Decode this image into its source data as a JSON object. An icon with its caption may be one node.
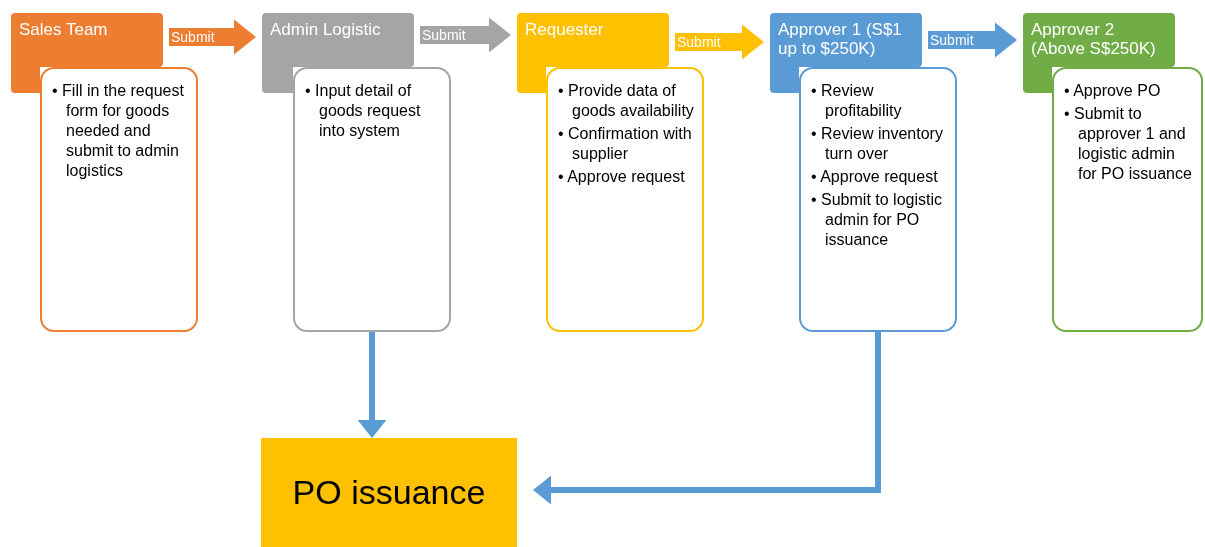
{
  "diagram": {
    "nodes": [
      {
        "text": [
          "Sales Team"
        ]
      },
      {
        "text": [
          "• Fill in the request form for goods needed and submit to admin logistics"
        ]
      },
      {
        "text": [
          "Admin Logistic"
        ]
      },
      {
        "text": [
          "• Input detail of goods request into system"
        ]
      },
      {
        "text": [
          "Requester"
        ]
      },
      {
        "text": [
          "• Provide data of goods availability",
          "• Confirmation with supplier",
          "• Approve request"
        ]
      },
      {
        "text": [
          "Approver 1 (S$1 up to $250K)"
        ]
      },
      {
        "text": [
          "• Review profitability",
          "• Review inventory turn over",
          "• Approve request",
          "• Submit to logistic admin for PO issuance"
        ]
      },
      {
        "text": [
          "Approver 2 (Above S$250K)"
        ]
      },
      {
        "text": [
          "• Approve PO",
          "• Submit to approver 1 and logistic admin for PO issuance"
        ]
      },
      {
        "text": [
          "PO issuance"
        ]
      }
    ],
    "edges": [
      {
        "from": 0,
        "to": 2,
        "arrow": "to",
        "label": "Submit",
        "color": "#ed7d31"
      },
      {
        "from": 2,
        "to": 4,
        "arrow": "to",
        "label": "Submit",
        "color": "#a5a5a5"
      },
      {
        "from": 4,
        "to": 6,
        "arrow": "to",
        "label": "Submit",
        "color": "#ffc000"
      },
      {
        "from": 6,
        "to": 8,
        "arrow": "to",
        "label": "Submit",
        "color": "#5b9bd5"
      },
      {
        "from": 3,
        "to": 10,
        "arrow": "to",
        "color": "#5b9bd5"
      },
      {
        "from": 7,
        "to": 10,
        "arrow": "to",
        "color": "#5b9bd5"
      }
    ]
  }
}
